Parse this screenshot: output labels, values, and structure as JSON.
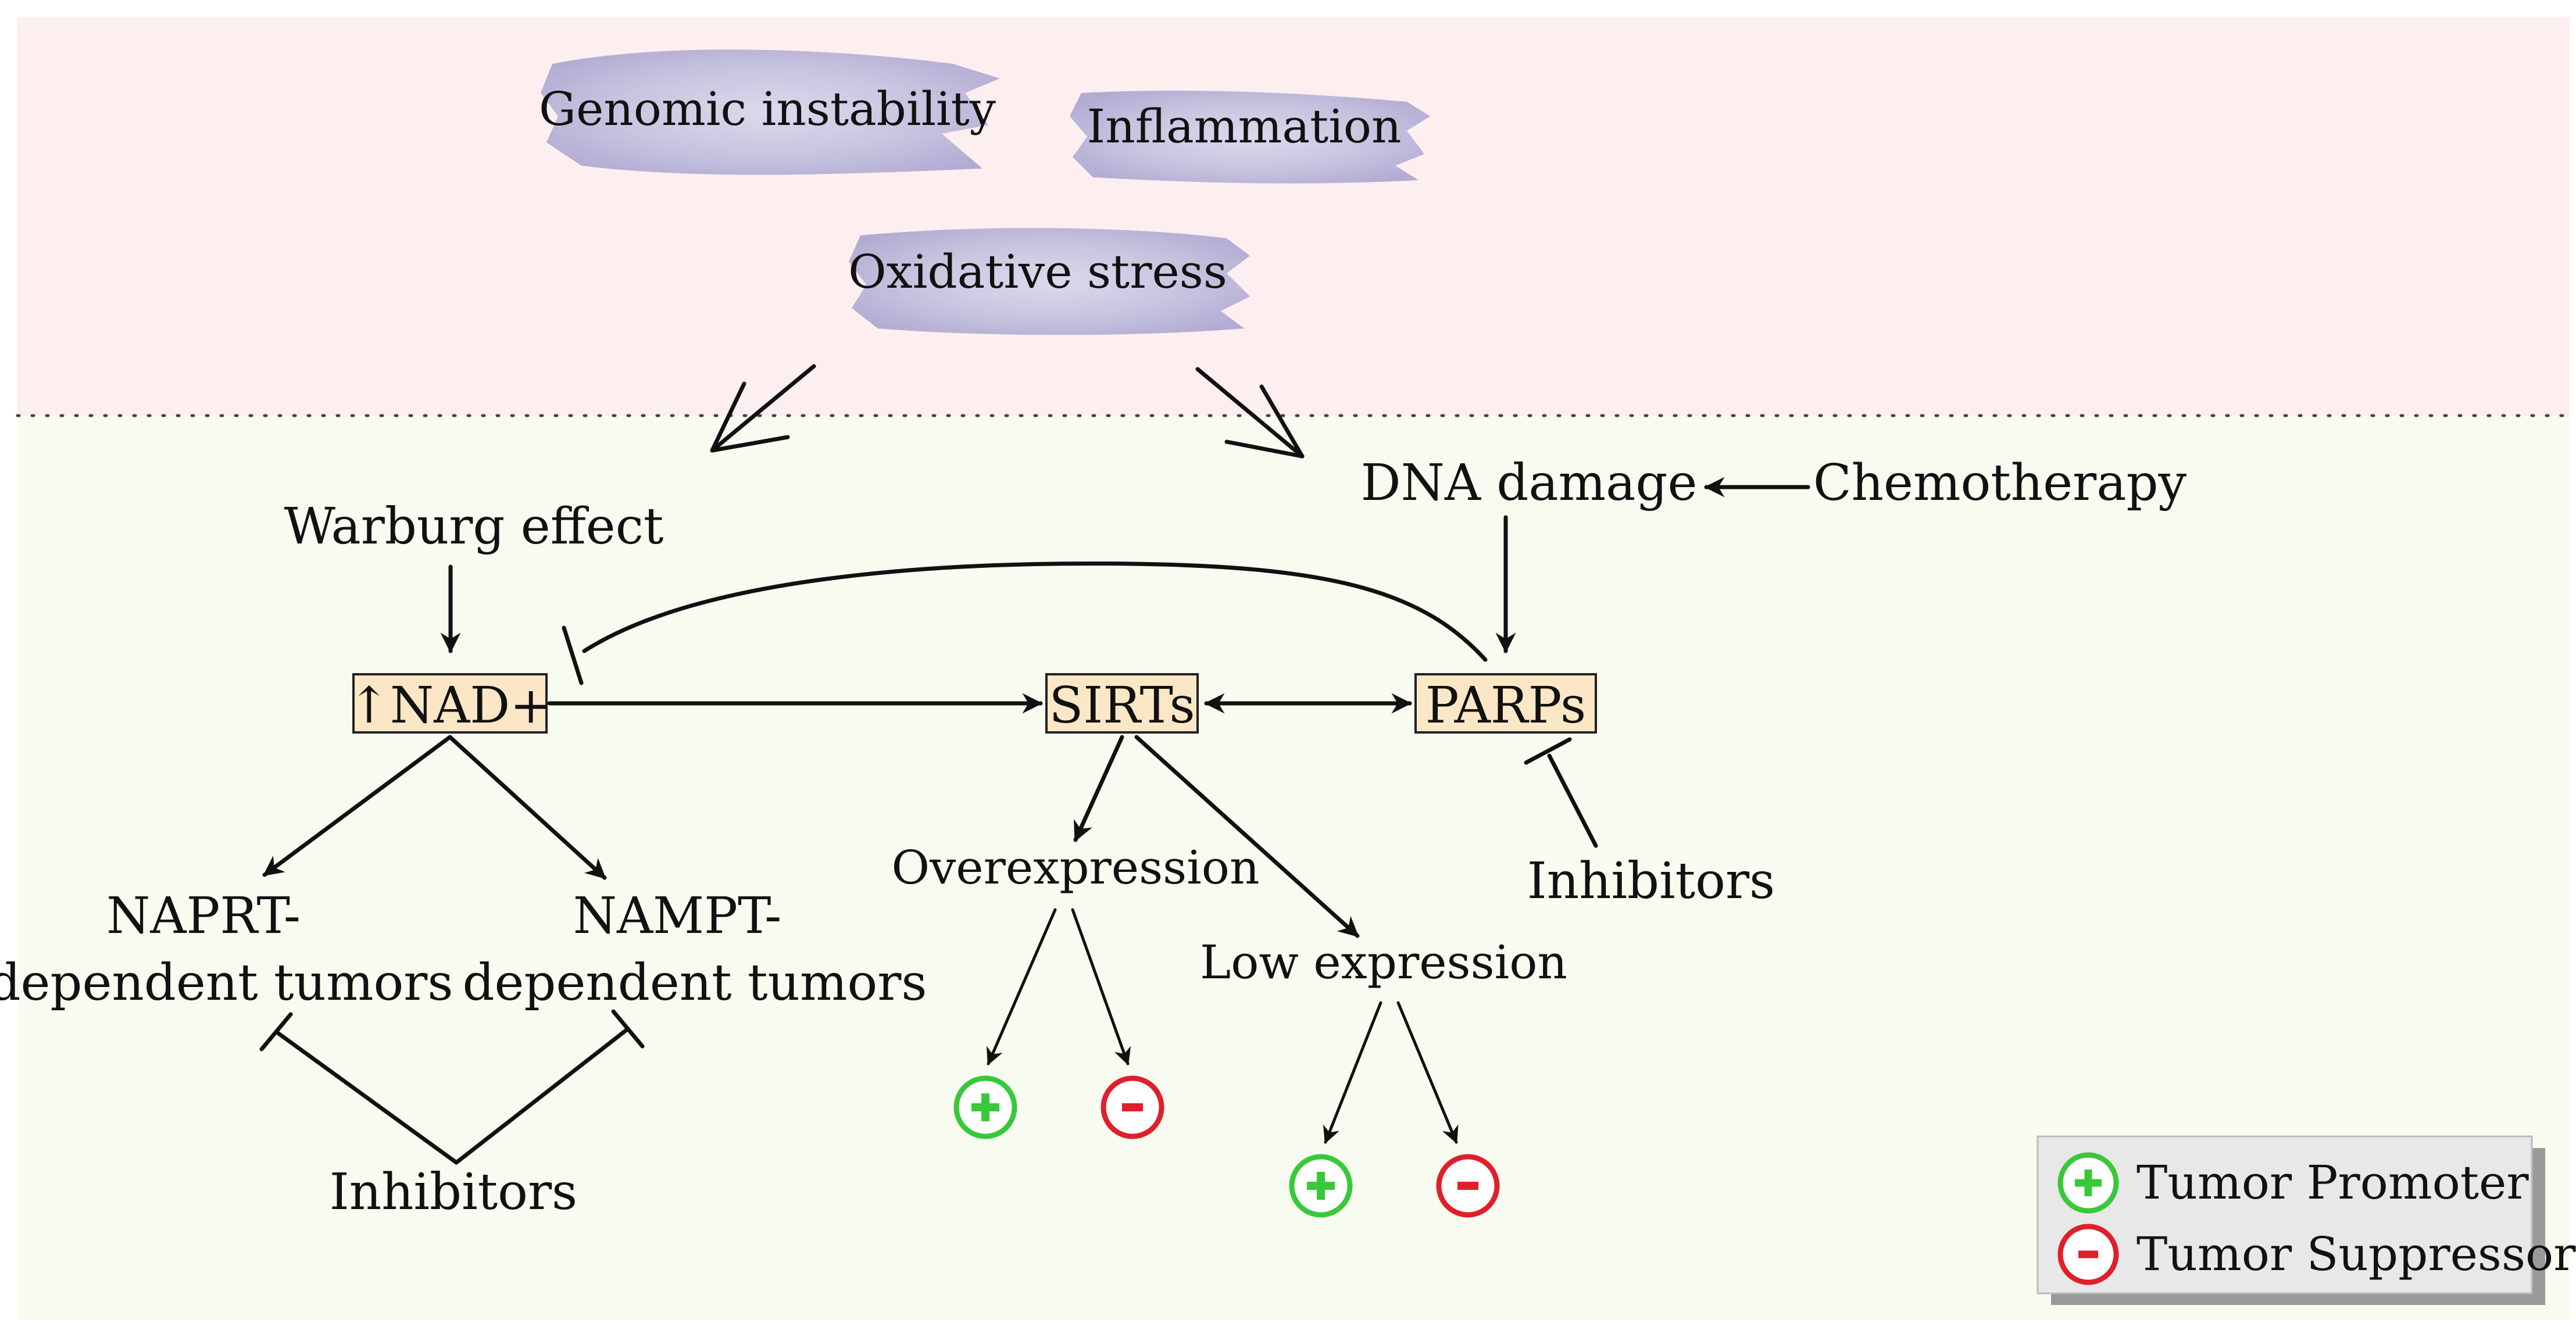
{
  "zones": {
    "top_color": "#fdeef0",
    "bottom_color": "#f8fbef"
  },
  "stressors": {
    "genomic_instability": "Genomic instability",
    "inflammation": "Inflammation",
    "oxidative_stress": "Oxidative stress"
  },
  "nodes": {
    "warburg_effect": "Warburg effect",
    "nad": "↑NAD+",
    "sirts": "SIRTs",
    "parps": "PARPs",
    "dna_damage": "DNA damage",
    "chemotherapy": "Chemotherapy",
    "parp_inhibitors": "Inhibitors",
    "naprt_line1": "NAPRT-",
    "naprt_line2": "dependent tumors",
    "nampt_line1": "NAMPT-",
    "nampt_line2": "dependent tumors",
    "nad_inhibitors": "Inhibitors",
    "overexpression": "Overexpression",
    "low_expression": "Low expression"
  },
  "legend": {
    "promoter": "Tumor Promoter",
    "suppressor": "Tumor Suppressor"
  },
  "colors": {
    "promoter": "#38c93a",
    "suppressor": "#e01f2b",
    "node_fill": "#fbe7c6",
    "brush": "#c8c6e0"
  },
  "icons": {
    "plus": "plus-circle-icon",
    "minus": "minus-circle-icon"
  }
}
